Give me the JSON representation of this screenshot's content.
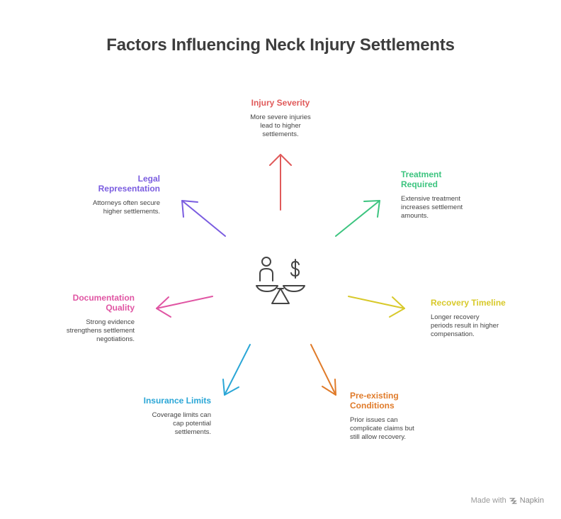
{
  "title": "Factors Influencing Neck Injury Settlements",
  "center_icon": "justice-scale-person-dollar-icon",
  "colors": {
    "injury_severity": "#e05a5a",
    "treatment_required": "#3cc47f",
    "recovery_timeline": "#d8c92a",
    "pre_existing_conditions": "#e07b2a",
    "insurance_limits": "#2aa6d6",
    "documentation_quality": "#e055a3",
    "legal_representation": "#7a5ce0",
    "icon": "#444444"
  },
  "factors": {
    "injury_severity": {
      "name": "Injury Severity",
      "desc": "More severe injuries\nlead to higher\nsettlements."
    },
    "treatment_required": {
      "name": "Treatment\nRequired",
      "desc": "Extensive treatment\nincreases settlement\namounts."
    },
    "recovery_timeline": {
      "name": "Recovery Timeline",
      "desc": "Longer recovery\nperiods result in higher\ncompensation."
    },
    "pre_existing_conditions": {
      "name": "Pre-existing\nConditions",
      "desc": "Prior issues can\ncomplicate claims but\nstill allow recovery."
    },
    "insurance_limits": {
      "name": "Insurance Limits",
      "desc": "Coverage limits can\ncap potential\nsettlements."
    },
    "documentation_quality": {
      "name": "Documentation\nQuality",
      "desc": "Strong evidence\nstrengthens settlement\nnegotiations."
    },
    "legal_representation": {
      "name": "Legal\nRepresentation",
      "desc": "Attorneys often secure\nhigher settlements."
    }
  },
  "footer": {
    "made_with": "Made with",
    "brand": "Napkin",
    "brand_icon": "napkin-logo-icon"
  }
}
